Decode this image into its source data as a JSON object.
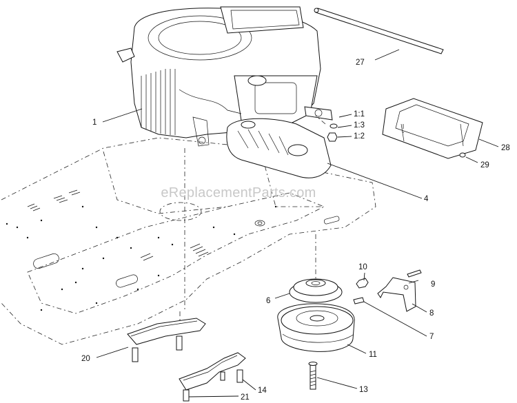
{
  "watermark": "eReplacementParts.com",
  "callouts": {
    "c1": "1",
    "c27": "27",
    "c1_1": "1:1",
    "c1_3": "1:3",
    "c1_2": "1:2",
    "c28": "28",
    "c29": "29",
    "c4": "4",
    "c10": "10",
    "c9": "9",
    "c6": "6",
    "c8": "8",
    "c7": "7",
    "c11": "11",
    "c20": "20",
    "c14": "14",
    "c13": "13",
    "c21": "21"
  }
}
